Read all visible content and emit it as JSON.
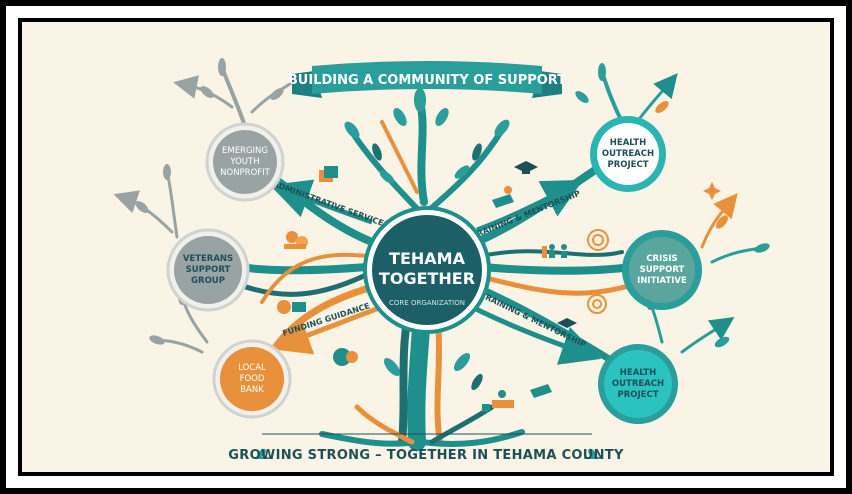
{
  "banner": {
    "title": "BUILDING A COMMUNITY OF SUPPORT"
  },
  "core": {
    "name_line1": "TEHAMA",
    "name_line2": "TOGETHER",
    "subtitle": "CORE ORGANIZATION"
  },
  "nodes": {
    "youth": {
      "lines": [
        "EMERGING",
        "YOUTH",
        "NONPROFIT"
      ],
      "color": "#9aa3a3"
    },
    "veterans": {
      "lines": [
        "VETERANS",
        "SUPPORT",
        "GROUP"
      ],
      "color": "#9aa3a3"
    },
    "food": {
      "lines": [
        "LOCAL",
        "FOOD",
        "BANK"
      ],
      "color": "#e8913a"
    },
    "health1": {
      "lines": [
        "HEALTH",
        "OUTREACH",
        "PROJECT"
      ],
      "color": "#2bb5b0"
    },
    "crisis": {
      "lines": [
        "CRISIS",
        "SUPPORT",
        "INITIATIVE"
      ],
      "color": "#5aa59e"
    },
    "health2": {
      "lines": [
        "HEALTH",
        "OUTREACH",
        "PROJECT"
      ],
      "color": "#2bc3c0"
    }
  },
  "arrows": {
    "admin": "ADMINISTRATIVE SERVICES",
    "training_top": "TRAINING & MENTORSHIP",
    "funding": "FUNDING GUIDANCE",
    "training_bottom": "TRAINING & MENTORSHIP"
  },
  "footer": {
    "text": "GROWING STRONG – TOGETHER IN TEHAMA COUNTY"
  },
  "colors": {
    "teal": "#1f8f8c",
    "dark_teal": "#1d5f66",
    "orange": "#e8913a",
    "gray": "#9aa3a3",
    "background": "#faf4e6"
  }
}
